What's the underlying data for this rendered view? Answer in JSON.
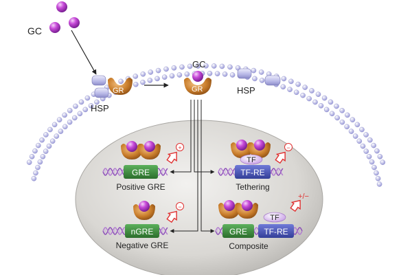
{
  "labels": {
    "gc_outside": "GC",
    "gr_receptor": "GR",
    "hsp_left": "HSP",
    "gc_complex": "GC",
    "gr_complex": "GR",
    "hsp_right": "HSP",
    "gre": "GRE",
    "positive_gre": "Positive GRE",
    "tf_tethering": "TF",
    "tf_re": "TF-RE",
    "tethering": "Tethering",
    "ngre": "nGRE",
    "negative_gre": "Negative GRE",
    "gre_composite": "GRE",
    "tf_composite": "TF",
    "tf_re_composite": "TF-RE",
    "composite": "Composite",
    "sign_plus": "+",
    "sign_minus": "−",
    "sign_plus_minus": "+/−"
  },
  "colors": {
    "ligand": "#c040d0",
    "receptor": "#c87c2a",
    "hsp": "#b8b8e8",
    "gre_box": "#3a8a3a",
    "tfre_box": "#4a56b8",
    "membrane": "#9a9ad8",
    "nucleus": "#d8d6d2",
    "dna": "#8a4ab8",
    "arrow_red": "#e03030"
  },
  "icons": [
    "ligand-sphere",
    "receptor-cup",
    "hsp-pill",
    "dna-helix",
    "up-arrow-icon"
  ]
}
